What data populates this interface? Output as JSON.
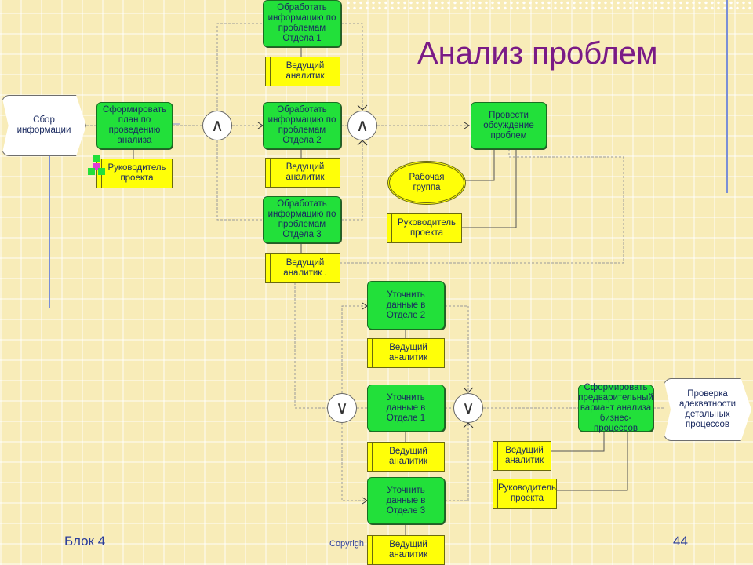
{
  "title": "Анализ проблем",
  "footer": {
    "block": "Блок 4",
    "page": "44",
    "copyright": "Copyrigh"
  },
  "events": {
    "sbor": "Сбор информации",
    "proverka": "Проверка адекватности детальных процессов"
  },
  "functions": {
    "plan": "Сформировать план по проведению анализа",
    "otdel1": "Обработать информацию по проблемам Отдела 1",
    "otdel2": "Обработать информацию по проблемам Отдела 2",
    "otdel3": "Обработать информацию по проблемам Отдела 3",
    "obsuzhdenie": "Провести обсуждение проблем",
    "utoch2": "Уточнить данные в Отделе 2",
    "utoch1": "Уточнить данные в Отделе 1",
    "utoch3": "Уточнить данные в Отделе 3",
    "predvar": "Сформировать предварительный вариант анализа бизнес-процессов"
  },
  "org_units": {
    "rukovoditel": "Руководитель проекта",
    "analitik": "Ведущий аналитик",
    "analitik_dot": "Ведущий аналитик ."
  },
  "group": "Рабочая группа",
  "connectors": {
    "and": "∧",
    "or": "∨"
  },
  "colors": {
    "function": "#22e03a",
    "org_unit": "#ffff08",
    "title": "#7a1b86",
    "footer": "#2a3c9a"
  }
}
